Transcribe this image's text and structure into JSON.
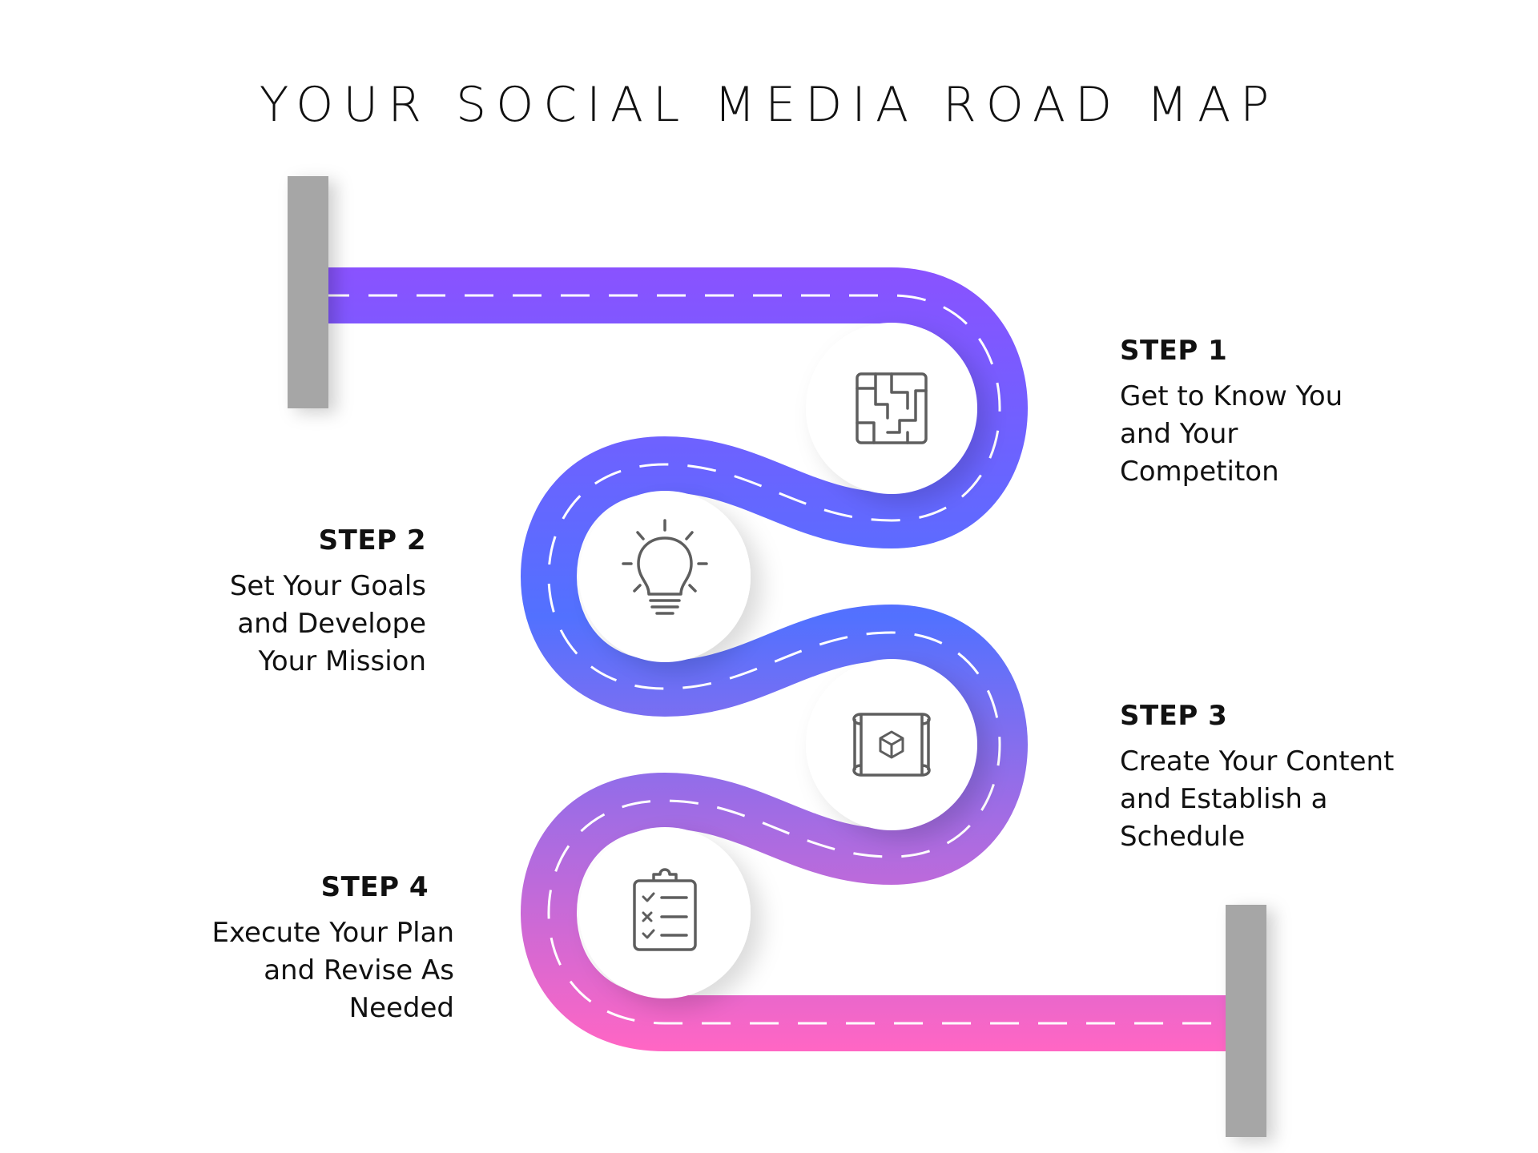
{
  "title": "YOUR SOCIAL MEDIA ROAD MAP",
  "colors": {
    "road_top": "#8a52ff",
    "road_mid": "#5271ff",
    "road_bottom": "#ff66c4",
    "post": "#a6a6a6",
    "circle": "#ffffff",
    "icon": "#5e5e5e"
  },
  "steps": [
    {
      "heading": "STEP 1",
      "lines": [
        "Get to Know You",
        "and Your",
        "Competiton"
      ],
      "icon": "maze-icon"
    },
    {
      "heading": "STEP 2",
      "lines": [
        "Set Your Goals",
        "and Develope",
        "Your Mission"
      ],
      "icon": "lightbulb-icon"
    },
    {
      "heading": "STEP 3",
      "lines": [
        "Create Your Content",
        "and Establish a",
        "Schedule"
      ],
      "icon": "blueprint-map-icon"
    },
    {
      "heading": "STEP 4",
      "lines": [
        "Execute Your Plan",
        "and Revise As",
        "Needed"
      ],
      "icon": "checklist-clipboard-icon"
    }
  ]
}
